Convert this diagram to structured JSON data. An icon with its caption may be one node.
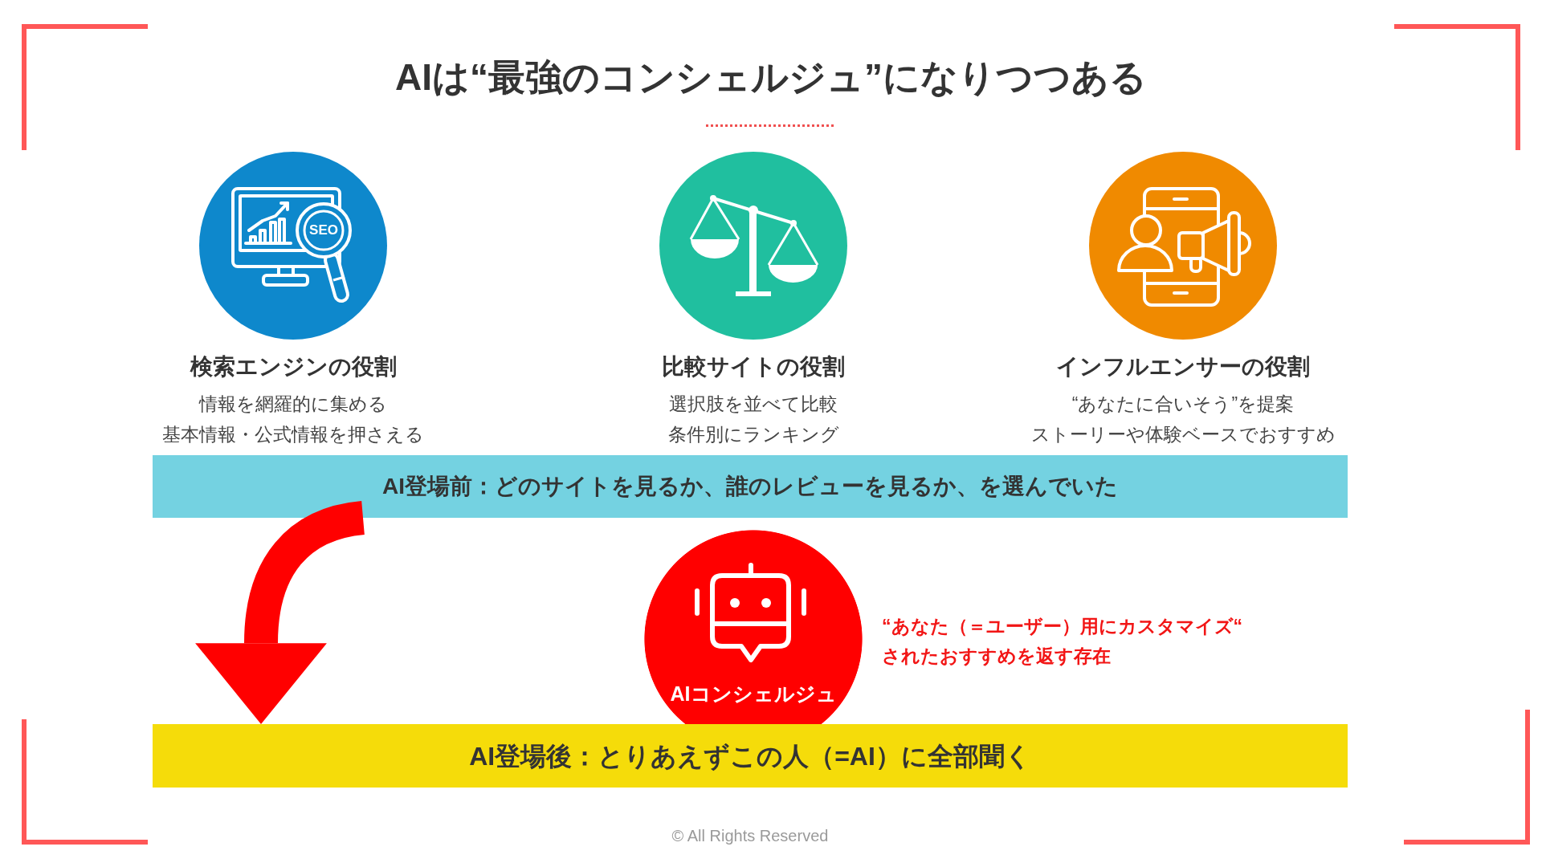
{
  "diagram": {
    "title": "AIは“最強のコンシェルジュ”になりつつある",
    "nodes": [
      {
        "text": [
          "検索エンジンの役割",
          "情報を網羅的に集める",
          "基本情報・公式情報を押さえる"
        ]
      },
      {
        "text": [
          "比較サイトの役割",
          "選択肢を並べて比較",
          "条件別にランキング"
        ]
      },
      {
        "text": [
          "インフルエンサーの役割",
          "“あなたに合いそう”を提案",
          "ストーリーや体験ベースでおすすめ"
        ]
      },
      {
        "text": [
          "AI登場前：どのサイトを見るか、誰のレビューを見るか、を選んでいた"
        ]
      },
      {
        "text": [
          "AIコンシェルジュ"
        ],
        "beside": [
          "“あなた（＝ユーザー）用にカスタマイズ“されたおすすめを返す存在"
        ]
      },
      {
        "text": [
          "AI登場後：とりあえずこの人（=AI）に全部聞く"
        ]
      }
    ],
    "edges": [
      {
        "from": 3,
        "to": 5,
        "arrow": "to"
      }
    ],
    "labels": [
      "SEO",
      "© All Rights Reserved"
    ]
  }
}
